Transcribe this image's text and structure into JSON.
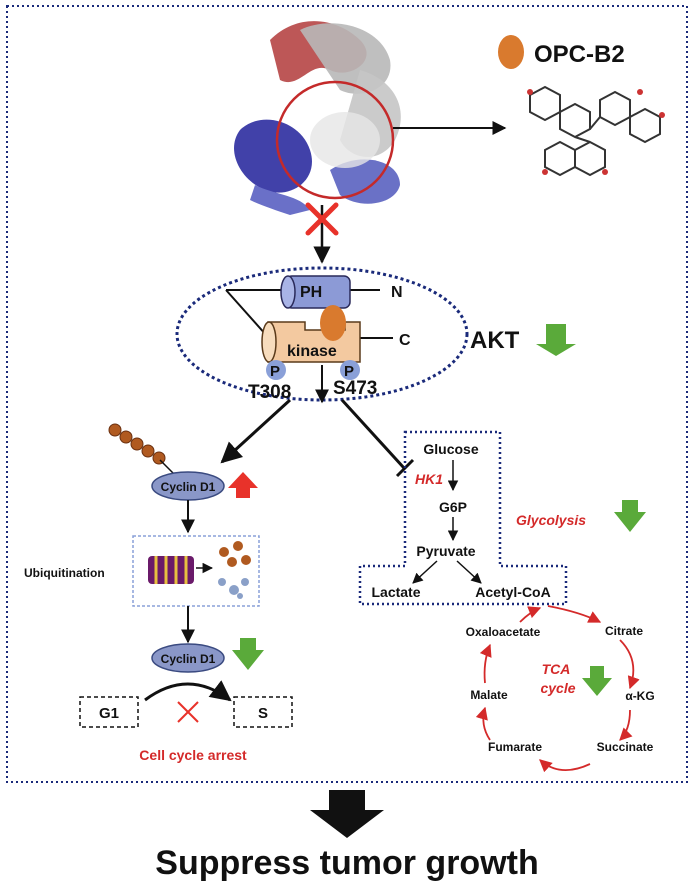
{
  "legend": {
    "drug_label": "OPC-B2"
  },
  "akt": {
    "domain_ph": "PH",
    "domain_kinase": "kinase",
    "terminal_n": "N",
    "terminal_c": "C",
    "phospho_label": "P",
    "site_1": "T308",
    "site_2": "S473",
    "label": "AKT"
  },
  "left_branch": {
    "cyclin_top": "Cyclin D1",
    "ubiquitination": "Ubiquitination",
    "cyclin_bottom": "Cyclin D1",
    "phase_1": "G1",
    "phase_2": "S",
    "arrest": "Cell cycle arrest"
  },
  "glycolysis": {
    "glucose": "Glucose",
    "hk1": "HK1",
    "g6p": "G6P",
    "pyruvate": "Pyruvate",
    "lactate": "Lactate",
    "acetyl_coa": "Acetyl-CoA",
    "label": "Glycolysis"
  },
  "tca": {
    "oxaloacetate": "Oxaloacetate",
    "citrate": "Citrate",
    "malate": "Malate",
    "akg": "α-KG",
    "fumarate": "Fumarate",
    "succinate": "Succinate",
    "label_line1": "TCA",
    "label_line2": "cycle"
  },
  "conclusion": "Suppress tumor growth",
  "colors": {
    "red_arrow": "#e8322a",
    "green_arrow": "#5aaa3a",
    "dotted_border": "#1a2a7a",
    "tca_red": "#d42a2a",
    "phospho_blue": "#8aa0d8",
    "ph_domain": "#8c9ad6",
    "kinase_domain": "#f3c9a0",
    "opc_orange": "#d97a2e",
    "cyclin_fill": "#8a97c8"
  }
}
